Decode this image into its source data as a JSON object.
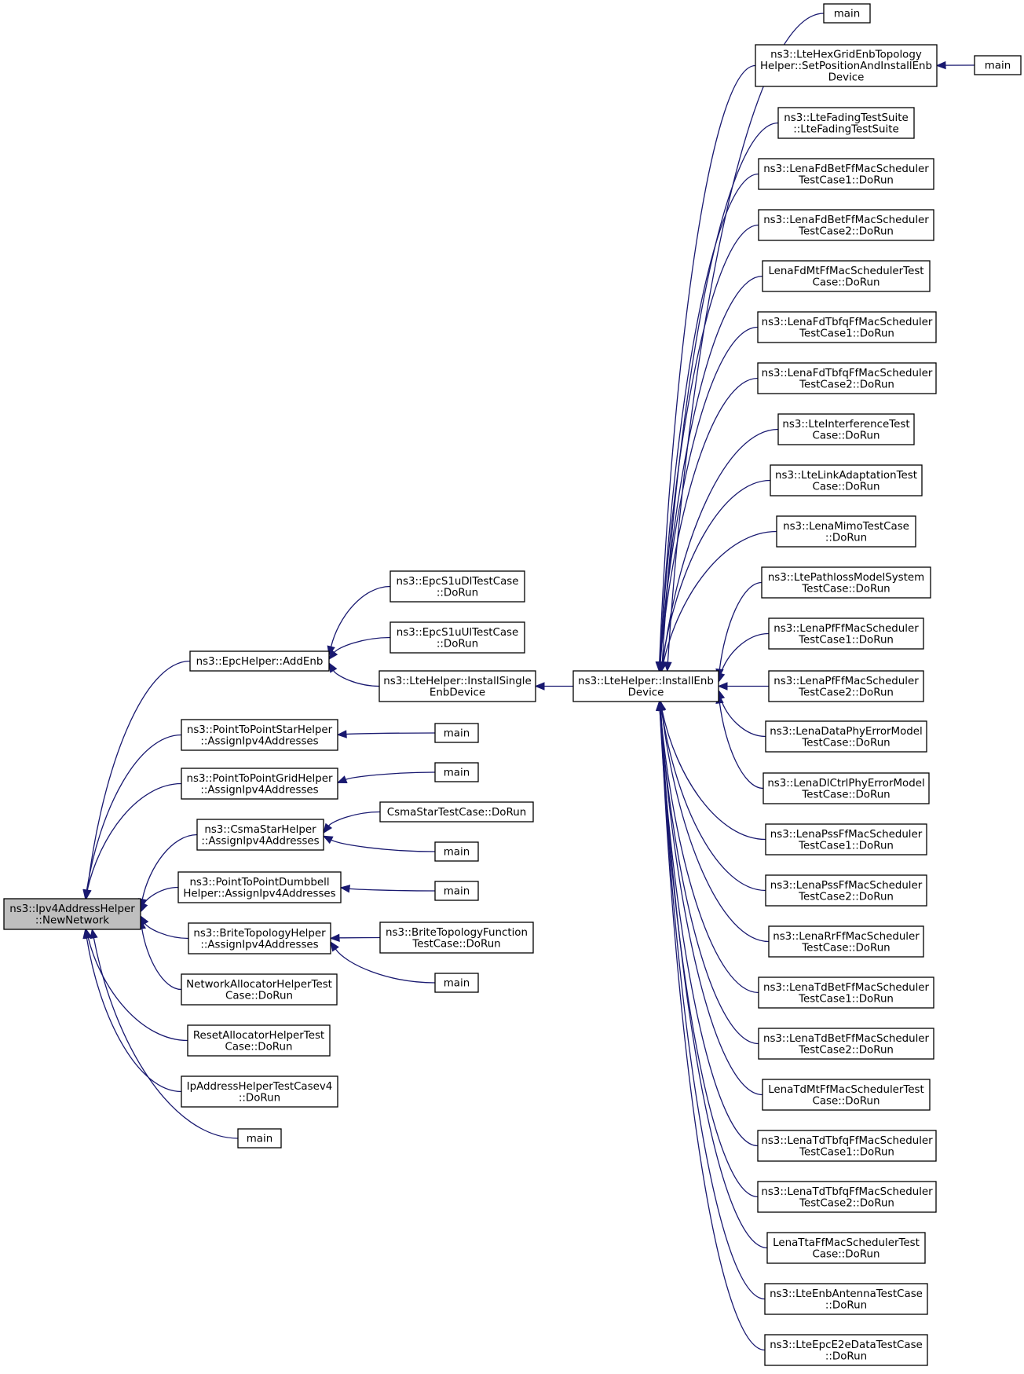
{
  "graph": {
    "nodes": [
      {
        "id": "newnetwork",
        "label": [
          "ns3::Ipv4AddressHelper",
          "::NewNetwork"
        ],
        "root": true
      },
      {
        "id": "epc_addenb",
        "label": [
          "ns3::EpcHelper::AddEnb"
        ]
      },
      {
        "id": "p2pstar",
        "label": [
          "ns3::PointToPointStarHelper",
          "::AssignIpv4Addresses"
        ]
      },
      {
        "id": "p2pgrid",
        "label": [
          "ns3::PointToPointGridHelper",
          "::AssignIpv4Addresses"
        ]
      },
      {
        "id": "csmastar",
        "label": [
          "ns3::CsmaStarHelper",
          "::AssignIpv4Addresses"
        ]
      },
      {
        "id": "p2pdumbbell",
        "label": [
          "ns3::PointToPointDumbbell",
          "Helper::AssignIpv4Addresses"
        ]
      },
      {
        "id": "brite",
        "label": [
          "ns3::BriteTopologyHelper",
          "::AssignIpv4Addresses"
        ]
      },
      {
        "id": "netalloc",
        "label": [
          "NetworkAllocatorHelperTest",
          "Case::DoRun"
        ]
      },
      {
        "id": "resetalloc",
        "label": [
          "ResetAllocatorHelperTest",
          "Case::DoRun"
        ]
      },
      {
        "id": "ipaddrtest",
        "label": [
          "IpAddressHelperTestCasev4",
          "::DoRun"
        ]
      },
      {
        "id": "main_l1",
        "label": [
          "main"
        ]
      },
      {
        "id": "epcs1udl",
        "label": [
          "ns3::EpcS1uDlTestCase",
          "::DoRun"
        ]
      },
      {
        "id": "epcs1uul",
        "label": [
          "ns3::EpcS1uUlTestCase",
          "::DoRun"
        ]
      },
      {
        "id": "installsingle",
        "label": [
          "ns3::LteHelper::InstallSingle",
          "EnbDevice"
        ]
      },
      {
        "id": "main_star",
        "label": [
          "main"
        ]
      },
      {
        "id": "main_grid",
        "label": [
          "main"
        ]
      },
      {
        "id": "csmastartest",
        "label": [
          "CsmaStarTestCase::DoRun"
        ]
      },
      {
        "id": "main_csma",
        "label": [
          "main"
        ]
      },
      {
        "id": "main_dumbbell",
        "label": [
          "main"
        ]
      },
      {
        "id": "britetest",
        "label": [
          "ns3::BriteTopologyFunction",
          "TestCase::DoRun"
        ]
      },
      {
        "id": "main_brite",
        "label": [
          "main"
        ]
      },
      {
        "id": "installenb",
        "label": [
          "ns3::LteHelper::InstallEnb",
          "Device"
        ]
      },
      {
        "id": "r_main_top",
        "label": [
          "main"
        ]
      },
      {
        "id": "r_hexgrid",
        "label": [
          "ns3::LteHexGridEnbTopology",
          "Helper::SetPositionAndInstallEnb",
          "Device"
        ]
      },
      {
        "id": "r_main_hex",
        "label": [
          "main"
        ]
      },
      {
        "id": "r_fading",
        "label": [
          "ns3::LteFadingTestSuite",
          "::LteFadingTestSuite"
        ]
      },
      {
        "id": "r_fdbet1",
        "label": [
          "ns3::LenaFdBetFfMacScheduler",
          "TestCase1::DoRun"
        ]
      },
      {
        "id": "r_fdbet2",
        "label": [
          "ns3::LenaFdBetFfMacScheduler",
          "TestCase2::DoRun"
        ]
      },
      {
        "id": "r_fdmt",
        "label": [
          "LenaFdMtFfMacSchedulerTest",
          "Case::DoRun"
        ]
      },
      {
        "id": "r_fdtbfq1",
        "label": [
          "ns3::LenaFdTbfqFfMacScheduler",
          "TestCase1::DoRun"
        ]
      },
      {
        "id": "r_fdtbfq2",
        "label": [
          "ns3::LenaFdTbfqFfMacScheduler",
          "TestCase2::DoRun"
        ]
      },
      {
        "id": "r_interf",
        "label": [
          "ns3::LteInterferenceTest",
          "Case::DoRun"
        ]
      },
      {
        "id": "r_linkadapt",
        "label": [
          "ns3::LteLinkAdaptationTest",
          "Case::DoRun"
        ]
      },
      {
        "id": "r_mimo",
        "label": [
          "ns3::LenaMimoTestCase",
          "::DoRun"
        ]
      },
      {
        "id": "r_pathloss",
        "label": [
          "ns3::LtePathlossModelSystem",
          "TestCase::DoRun"
        ]
      },
      {
        "id": "r_pf1",
        "label": [
          "ns3::LenaPfFfMacScheduler",
          "TestCase1::DoRun"
        ]
      },
      {
        "id": "r_pf2",
        "label": [
          "ns3::LenaPfFfMacScheduler",
          "TestCase2::DoRun"
        ]
      },
      {
        "id": "r_dataphy",
        "label": [
          "ns3::LenaDataPhyErrorModel",
          "TestCase::DoRun"
        ]
      },
      {
        "id": "r_dlctrl",
        "label": [
          "ns3::LenaDlCtrlPhyErrorModel",
          "TestCase::DoRun"
        ]
      },
      {
        "id": "r_pss1",
        "label": [
          "ns3::LenaPssFfMacScheduler",
          "TestCase1::DoRun"
        ]
      },
      {
        "id": "r_pss2",
        "label": [
          "ns3::LenaPssFfMacScheduler",
          "TestCase2::DoRun"
        ]
      },
      {
        "id": "r_rr",
        "label": [
          "ns3::LenaRrFfMacScheduler",
          "TestCase::DoRun"
        ]
      },
      {
        "id": "r_tdbet1",
        "label": [
          "ns3::LenaTdBetFfMacScheduler",
          "TestCase1::DoRun"
        ]
      },
      {
        "id": "r_tdbet2",
        "label": [
          "ns3::LenaTdBetFfMacScheduler",
          "TestCase2::DoRun"
        ]
      },
      {
        "id": "r_tdmt",
        "label": [
          "LenaTdMtFfMacSchedulerTest",
          "Case::DoRun"
        ]
      },
      {
        "id": "r_tdtbfq1",
        "label": [
          "ns3::LenaTdTbfqFfMacScheduler",
          "TestCase1::DoRun"
        ]
      },
      {
        "id": "r_tdtbfq2",
        "label": [
          "ns3::LenaTdTbfqFfMacScheduler",
          "TestCase2::DoRun"
        ]
      },
      {
        "id": "r_tta",
        "label": [
          "LenaTtaFfMacSchedulerTest",
          "Case::DoRun"
        ]
      },
      {
        "id": "r_antenna",
        "label": [
          "ns3::LteEnbAntennaTestCase",
          "::DoRun"
        ]
      },
      {
        "id": "r_e2edata",
        "label": [
          "ns3::LteEpcE2eDataTestCase",
          "::DoRun"
        ]
      }
    ],
    "edges": [
      {
        "from": "epc_addenb",
        "to": "newnetwork"
      },
      {
        "from": "p2pstar",
        "to": "newnetwork"
      },
      {
        "from": "p2pgrid",
        "to": "newnetwork"
      },
      {
        "from": "csmastar",
        "to": "newnetwork"
      },
      {
        "from": "p2pdumbbell",
        "to": "newnetwork"
      },
      {
        "from": "brite",
        "to": "newnetwork"
      },
      {
        "from": "netalloc",
        "to": "newnetwork"
      },
      {
        "from": "resetalloc",
        "to": "newnetwork"
      },
      {
        "from": "ipaddrtest",
        "to": "newnetwork"
      },
      {
        "from": "main_l1",
        "to": "newnetwork"
      },
      {
        "from": "epcs1udl",
        "to": "epc_addenb"
      },
      {
        "from": "epcs1uul",
        "to": "epc_addenb"
      },
      {
        "from": "installsingle",
        "to": "epc_addenb"
      },
      {
        "from": "installenb",
        "to": "installsingle"
      },
      {
        "from": "main_star",
        "to": "p2pstar"
      },
      {
        "from": "main_grid",
        "to": "p2pgrid"
      },
      {
        "from": "csmastartest",
        "to": "csmastar"
      },
      {
        "from": "main_csma",
        "to": "csmastar"
      },
      {
        "from": "main_dumbbell",
        "to": "p2pdumbbell"
      },
      {
        "from": "britetest",
        "to": "brite"
      },
      {
        "from": "main_brite",
        "to": "brite"
      },
      {
        "from": "r_main_top",
        "to": "installenb"
      },
      {
        "from": "r_hexgrid",
        "to": "installenb"
      },
      {
        "from": "r_main_hex",
        "to": "r_hexgrid"
      },
      {
        "from": "r_fading",
        "to": "installenb"
      },
      {
        "from": "r_fdbet1",
        "to": "installenb"
      },
      {
        "from": "r_fdbet2",
        "to": "installenb"
      },
      {
        "from": "r_fdmt",
        "to": "installenb"
      },
      {
        "from": "r_fdtbfq1",
        "to": "installenb"
      },
      {
        "from": "r_fdtbfq2",
        "to": "installenb"
      },
      {
        "from": "r_interf",
        "to": "installenb"
      },
      {
        "from": "r_linkadapt",
        "to": "installenb"
      },
      {
        "from": "r_mimo",
        "to": "installenb"
      },
      {
        "from": "r_pathloss",
        "to": "installenb"
      },
      {
        "from": "r_pf1",
        "to": "installenb"
      },
      {
        "from": "r_pf2",
        "to": "installenb"
      },
      {
        "from": "r_dataphy",
        "to": "installenb"
      },
      {
        "from": "r_dlctrl",
        "to": "installenb"
      },
      {
        "from": "r_pss1",
        "to": "installenb"
      },
      {
        "from": "r_pss2",
        "to": "installenb"
      },
      {
        "from": "r_rr",
        "to": "installenb"
      },
      {
        "from": "r_tdbet1",
        "to": "installenb"
      },
      {
        "from": "r_tdbet2",
        "to": "installenb"
      },
      {
        "from": "r_tdmt",
        "to": "installenb"
      },
      {
        "from": "r_tdtbfq1",
        "to": "installenb"
      },
      {
        "from": "r_tdtbfq2",
        "to": "installenb"
      },
      {
        "from": "r_tta",
        "to": "installenb"
      },
      {
        "from": "r_antenna",
        "to": "installenb"
      },
      {
        "from": "r_e2edata",
        "to": "installenb"
      }
    ]
  },
  "colors": {
    "edge": "#191970",
    "root_fill": "#bfbfbf",
    "node_fill": "#ffffff",
    "node_border": "#000000"
  }
}
